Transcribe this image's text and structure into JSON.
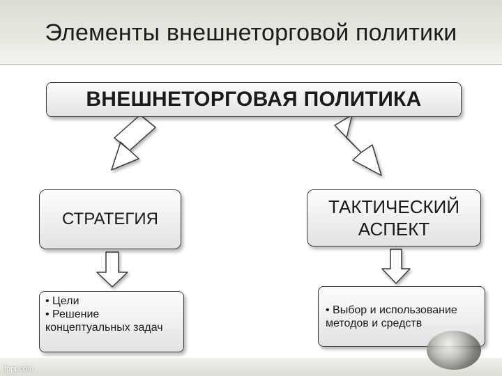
{
  "title": "Элементы внешнеторговой политики",
  "main_box": {
    "label": "ВНЕШНЕТОРГОВАЯ ПОЛИТИКА"
  },
  "strategy": {
    "label": "СТРАТЕГИЯ",
    "items": [
      "• Цели",
      "• Решение концептуальных задач"
    ]
  },
  "tactic": {
    "label_line1": "ТАКТИЧЕСКИЙ",
    "label_line2": "АСПЕКТ",
    "items": [
      "• Выбор и использование методов и средств"
    ]
  },
  "footer": {
    "text": "fppt.com"
  },
  "colors": {
    "box_border": "#3b3b3b",
    "arrow_fill": "#ffffff",
    "title_band": "#e8e8e0"
  }
}
